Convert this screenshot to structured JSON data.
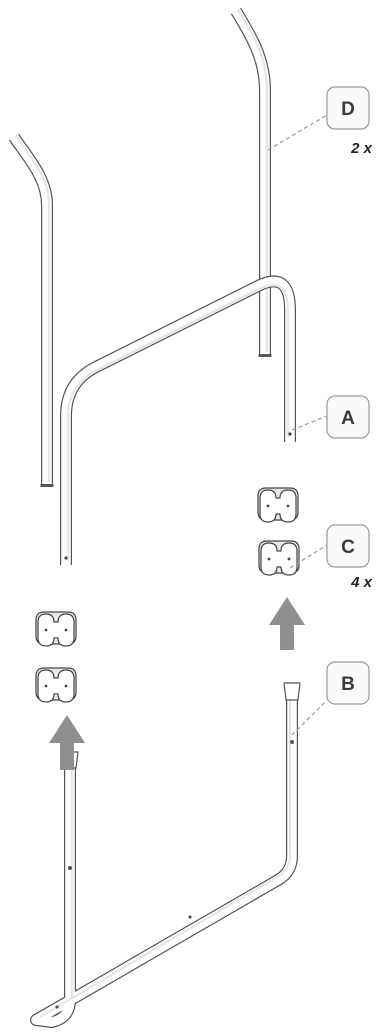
{
  "parts": [
    {
      "label": "D",
      "quantity": "2 x"
    },
    {
      "label": "A",
      "quantity": ""
    },
    {
      "label": "C",
      "quantity": "4 x"
    },
    {
      "label": "B",
      "quantity": ""
    }
  ],
  "colors": {
    "tube_outline": "#555555",
    "arrow": "#8f8f8f",
    "label_border": "#9a9a9a",
    "label_text": "#3a3a3a"
  }
}
